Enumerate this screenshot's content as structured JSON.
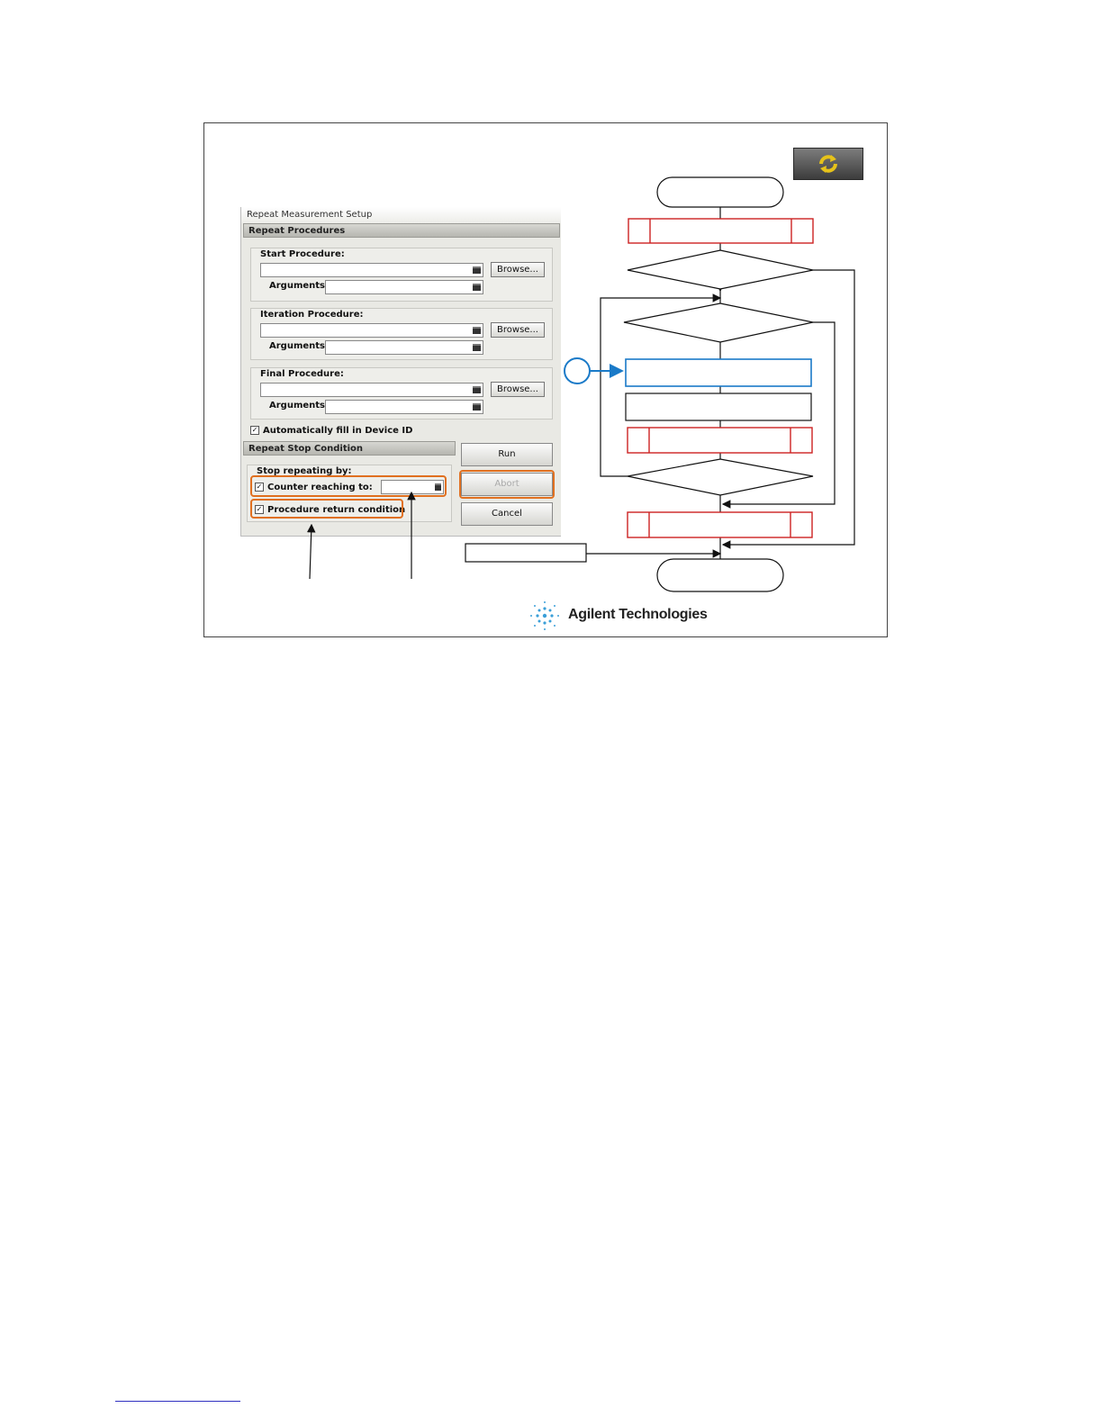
{
  "dialog": {
    "title": "Repeat Measurement Setup",
    "repeat_procedures_header": "Repeat Procedures",
    "start_group": {
      "label": "Start Procedure:",
      "value": "",
      "arguments_label": "Arguments:",
      "arguments_value": ""
    },
    "iteration_group": {
      "label": "Iteration Procedure:",
      "value": "",
      "arguments_label": "Arguments:",
      "arguments_value": ""
    },
    "final_group": {
      "label": "Final Procedure:",
      "value": "",
      "arguments_label": "Arguments:",
      "arguments_value": ""
    },
    "browse_label": "Browse...",
    "auto_fill_label": "Automatically fill in Device ID",
    "auto_fill_checked": true,
    "stop_condition_header": "Repeat Stop Condition",
    "stop_group_label": "Stop repeating by:",
    "counter_label": "Counter reaching to:",
    "counter_checked": true,
    "counter_value": "",
    "procedure_return_label": "Procedure return condition",
    "procedure_return_checked": true,
    "run_label": "Run",
    "abort_label": "Abort",
    "cancel_label": "Cancel",
    "check_glyph": "✓"
  },
  "logo": {
    "text": "Agilent Technologies"
  },
  "colors": {
    "highlight": "#e07020",
    "red_box": "#cc2222",
    "blue_box": "#1a7ac8",
    "icon_arrows": "#e6c21a"
  },
  "icons": {
    "repeat": "repeat-arrows-icon",
    "logo": "agilent-spark-icon"
  }
}
